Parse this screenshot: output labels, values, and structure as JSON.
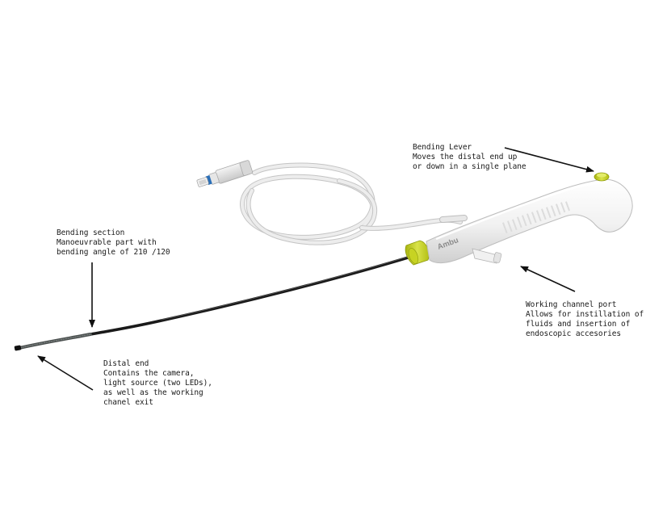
{
  "brand": {
    "logo_text": "Ambu"
  },
  "annotations": {
    "bending_lever": {
      "title": "Bending Lever",
      "line1": "Moves the distal end up",
      "line2": "or down in a single plane"
    },
    "bending_section": {
      "title": "Bending section",
      "line1": "Manoeuvrable part with",
      "line2": "bending angle of 210 /120"
    },
    "working_channel_port": {
      "title": "Working channel port",
      "line1": "Allows for instillation of",
      "line2": "fluids and insertion of",
      "line3": "endoscopic accesories"
    },
    "distal_end": {
      "title": "Distal end",
      "line1": "Contains the camera,",
      "line2": "light source (two LEDs),",
      "line3": "as well as the working",
      "line4": "chanel exit"
    }
  },
  "colors": {
    "accent_lime": "#c8d41c",
    "handle_white": "#f4f4f4",
    "handle_shadow": "#d6d6d6",
    "cable_gray": "#e2e2e2",
    "shaft_black": "#1e1e1e",
    "connector_blue": "#2a6fb8",
    "arrow": "#111111"
  }
}
